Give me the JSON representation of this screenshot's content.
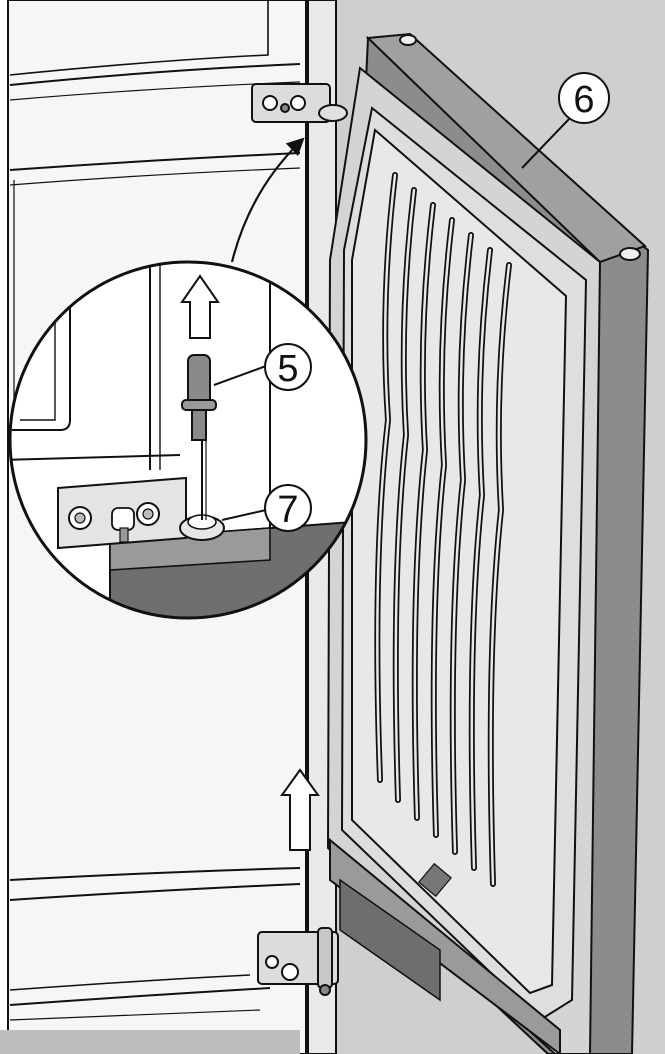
{
  "callouts": {
    "pin": "5",
    "door": "6",
    "bearing_bush": "7"
  },
  "colors": {
    "outline": "#111111",
    "door_edge": "#8c8c8c",
    "door_panel": "#d4d4d4",
    "cabinet_interior": "#f6f6f6",
    "background_grey": "#cfcfcf"
  },
  "icons": {
    "lift_arrows": "up-arrow-icon",
    "detail_pointer": "curved-arrow-icon"
  }
}
